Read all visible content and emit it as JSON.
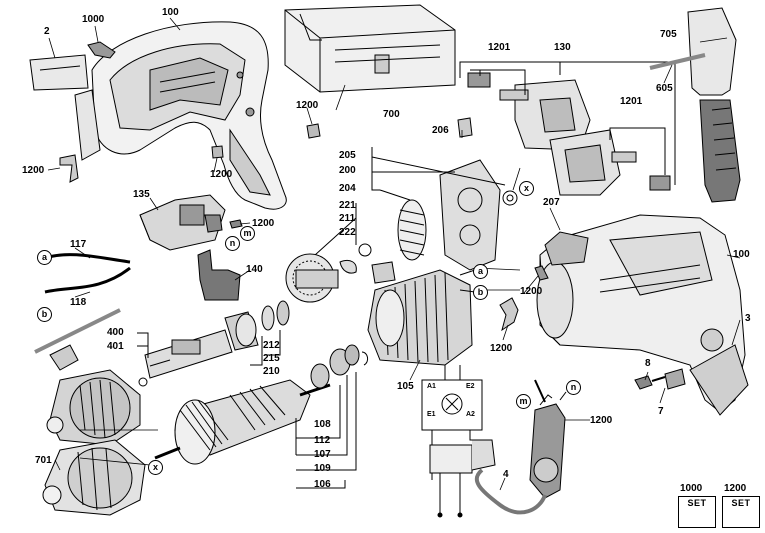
{
  "labels": {
    "p2": "2",
    "p1000": "1000",
    "p100a": "100",
    "p1200a": "1200",
    "p1200b": "1200",
    "p1200c": "1200",
    "p700": "700",
    "p1201a": "1201",
    "p130": "130",
    "p1201b": "1201",
    "p705": "705",
    "p605": "605",
    "p206": "206",
    "p205": "205",
    "p200": "200",
    "p204": "204",
    "p135": "135",
    "p1200d": "1200",
    "p221": "221",
    "p211": "211",
    "p222": "222",
    "p207": "207",
    "p100b": "100",
    "p117": "117",
    "p118": "118",
    "p140": "140",
    "p1200e": "1200",
    "p3": "3",
    "p400": "400",
    "p401": "401",
    "p212": "212",
    "p215": "215",
    "p210": "210",
    "p1200f": "1200",
    "p105": "105",
    "p8": "8",
    "p7": "7",
    "p108": "108",
    "p112": "112",
    "p107": "107",
    "p109": "109",
    "p106": "106",
    "p1200g": "1200",
    "p4": "4",
    "p701": "701"
  },
  "markers": {
    "a1": "a",
    "b1": "b",
    "a2": "a",
    "b2": "b",
    "m1": "m",
    "n1": "n",
    "m2": "m",
    "n2": "n",
    "x1": "x",
    "x2": "x"
  },
  "wiring": {
    "a1": "A1",
    "e2": "E2",
    "e1": "E1",
    "a2": "A2"
  },
  "sets": [
    {
      "number": "1000",
      "title": "SET"
    },
    {
      "number": "1200",
      "title": "SET"
    }
  ]
}
